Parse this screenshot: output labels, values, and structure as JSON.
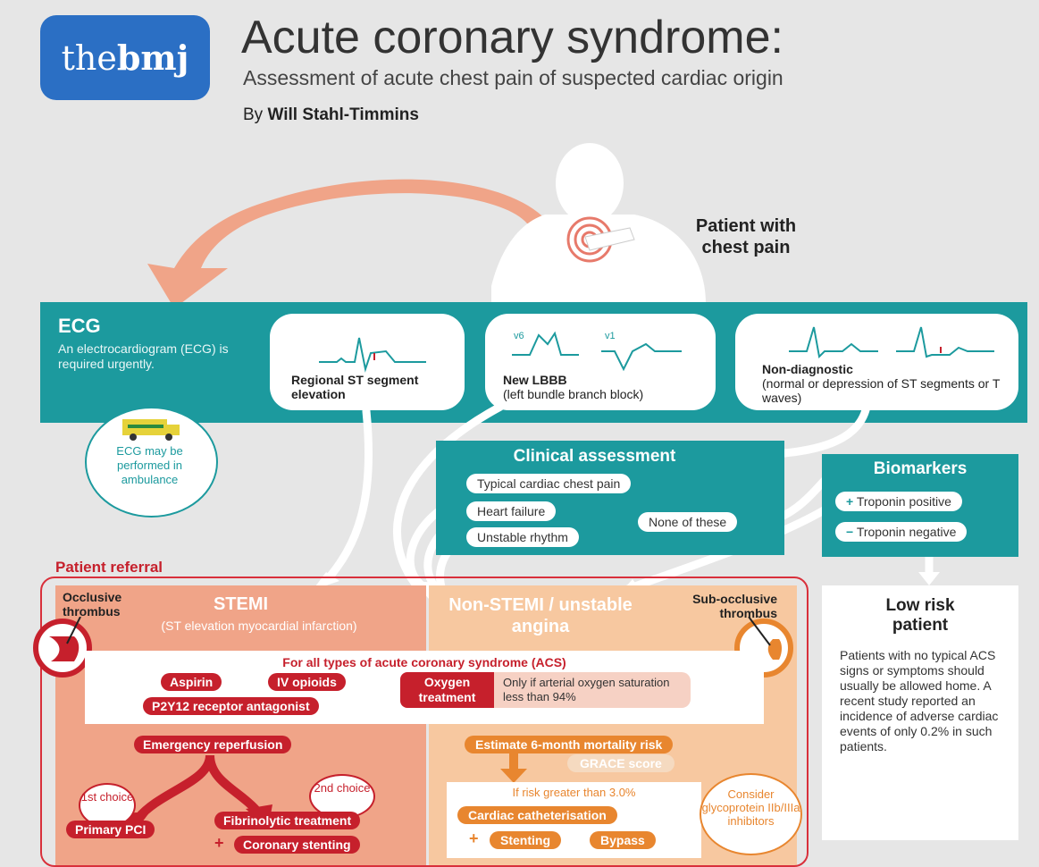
{
  "header": {
    "logo_prefix": "the",
    "logo_bold": "bmj",
    "title": "Acute coronary syndrome:",
    "subtitle": "Assessment of acute chest pain of suspected cardiac origin",
    "byline_prefix": "By",
    "author": "Will Stahl-Timmins"
  },
  "patient": {
    "label": "Patient with chest pain"
  },
  "ecg": {
    "title": "ECG",
    "description": "An electrocardiogram (ECG) is required urgently.",
    "ambulance_note": "ECG may be performed in ambulance",
    "cards": [
      {
        "title": "Regional ST segment elevation",
        "detail": ""
      },
      {
        "title": "New LBBB",
        "detail": "(left bundle branch block)",
        "lead_a": "v6",
        "lead_b": "v1"
      },
      {
        "title": "Non-diagnostic",
        "detail": "(normal or depression of ST segments or T waves)"
      }
    ]
  },
  "clinical": {
    "title": "Clinical assessment",
    "items": [
      "Typical cardiac chest pain",
      "Heart failure",
      "Unstable rhythm"
    ],
    "none": "None of these"
  },
  "biomarkers": {
    "title": "Biomarkers",
    "positive": "Troponin positive",
    "negative": "Troponin negative"
  },
  "low_risk": {
    "title": "Low risk patient",
    "text": "Patients with no typical ACS signs or symptoms should usually be allowed home. A recent study reported an incidence of adverse cardiac events of only 0.2% in such patients."
  },
  "referral": {
    "label": "Patient referral",
    "occlusive": "Occlusive thrombus",
    "sub_occlusive": "Sub-occlusive thrombus",
    "stemi_title": "STEMI",
    "stemi_sub": "(ST elevation myocardial infarction)",
    "nstemi_title": "Non-STEMI / unstable angina"
  },
  "acs": {
    "title": "For all types of acute coronary syndrome (ACS)",
    "aspirin": "Aspirin",
    "opioids": "IV opioids",
    "p2y12": "P2Y12 receptor antagonist",
    "oxygen": "Oxygen treatment",
    "oxygen_note": "Only if arterial oxygen saturation less than 94%"
  },
  "stemi_path": {
    "reperfusion": "Emergency reperfusion",
    "first_choice": "1st choice",
    "second_choice": "2nd choice",
    "pci": "Primary PCI",
    "fibrinolytic": "Fibrinolytic treatment",
    "stenting": "Coronary stenting"
  },
  "nstemi_path": {
    "estimate": "Estimate 6-month mortality risk",
    "grace": "GRACE score",
    "threshold": "If risk greater than 3.0%",
    "cath": "Cardiac catheterisation",
    "stenting": "Stenting",
    "bypass": "Bypass",
    "glyco": "Consider glycoprotein IIb/IIIa inhibitors"
  },
  "colors": {
    "teal": "#1c9a9e",
    "red": "#c6202c",
    "orange": "#e8862f",
    "salmon": "#f0a488",
    "peach": "#f7c8a0",
    "logo_blue": "#2b6fc4"
  }
}
